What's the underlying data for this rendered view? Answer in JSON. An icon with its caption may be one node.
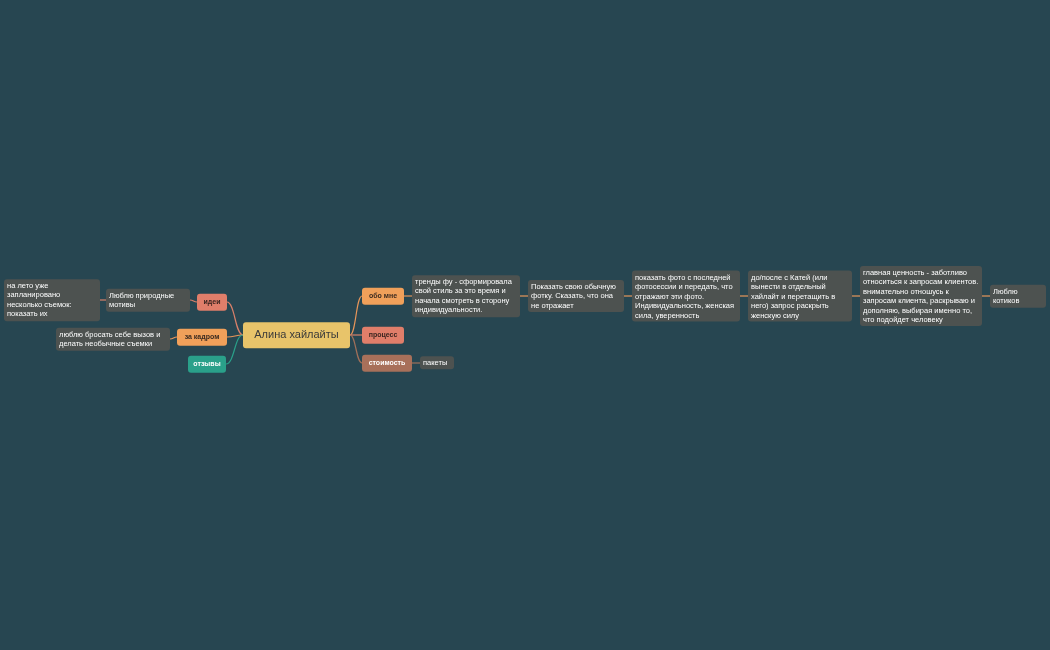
{
  "diagram": {
    "nodes": [
      {
        "text": [
          "Алина хайлайты"
        ]
      },
      {
        "text": [
          "обо мне"
        ]
      },
      {
        "text": [
          "тренды фу - сформировала свой стиль за это время и начала смотреть в сторону индивидуальности."
        ]
      },
      {
        "text": [
          "Показать свою обычную фотку. Сказать, что она не отражает"
        ]
      },
      {
        "text": [
          "показать фото с последней фотосессии и передать, что отражают эти фото. Индивидуальность, женская сила, уверенность"
        ]
      },
      {
        "text": [
          "до/после с Катей (или вынести в отдельный хайлайт и перетащить в него) запрос раскрыть женскую силу"
        ]
      },
      {
        "text": [
          "главная ценность - заботливо относиться к запросам клиентов. внимательно отношусь к запросам клиента, раскрываю и дополняю, выбирая именно то, что подойдет человеку"
        ]
      },
      {
        "text": [
          "Люблю котиков"
        ]
      },
      {
        "text": [
          "процесс"
        ]
      },
      {
        "text": [
          "стоимость"
        ]
      },
      {
        "text": [
          "пакеты"
        ]
      },
      {
        "text": [
          "идеи"
        ]
      },
      {
        "text": [
          "Люблю природные мотивы"
        ]
      },
      {
        "text": [
          "на лето уже запланировано несколько съемок: показать их"
        ]
      },
      {
        "text": [
          "за кадром"
        ]
      },
      {
        "text": [
          "люблю бросать себе вызов и делать необычные съемки"
        ]
      },
      {
        "text": [
          "отзывы"
        ]
      }
    ],
    "edges": [
      {
        "from": 0,
        "to": 1,
        "arrow": "none"
      },
      {
        "from": 1,
        "to": 2,
        "arrow": "none"
      },
      {
        "from": 2,
        "to": 3,
        "arrow": "none"
      },
      {
        "from": 3,
        "to": 4,
        "arrow": "none"
      },
      {
        "from": 4,
        "to": 5,
        "arrow": "none"
      },
      {
        "from": 5,
        "to": 6,
        "arrow": "none"
      },
      {
        "from": 6,
        "to": 7,
        "arrow": "none"
      },
      {
        "from": 0,
        "to": 8,
        "arrow": "none",
        "color": "#d9806a"
      },
      {
        "from": 0,
        "to": 9,
        "arrow": "none",
        "color": "#a0705a"
      },
      {
        "from": 9,
        "to": 10,
        "arrow": "none",
        "color": "#a0705a"
      },
      {
        "from": 0,
        "to": 11,
        "arrow": "none",
        "color": "#d9806a"
      },
      {
        "from": 11,
        "to": 12,
        "arrow": "none",
        "color": "#d9806a"
      },
      {
        "from": 12,
        "to": 13,
        "arrow": "none",
        "color": "#d9806a"
      },
      {
        "from": 0,
        "to": 14,
        "arrow": "none"
      },
      {
        "from": 14,
        "to": 15,
        "arrow": "none"
      },
      {
        "from": 0,
        "to": 16,
        "arrow": "none",
        "color": "#2aa08a"
      }
    ]
  }
}
